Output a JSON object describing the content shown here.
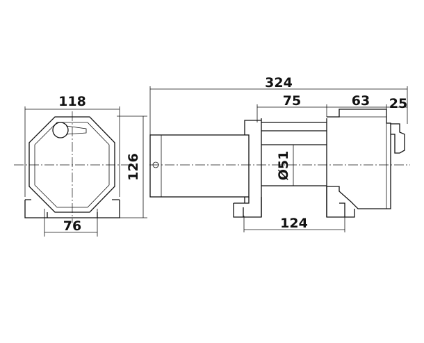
{
  "dimensions": {
    "width_118": "118",
    "height_126": "126",
    "base_76": "76",
    "length_324": "324",
    "drum_75": "75",
    "gearbox_63": "63",
    "clutch_25": "25",
    "drum_dia": "Ø51",
    "feet_124": "124"
  },
  "colors": {
    "line": "#111111",
    "background": "#ffffff"
  }
}
